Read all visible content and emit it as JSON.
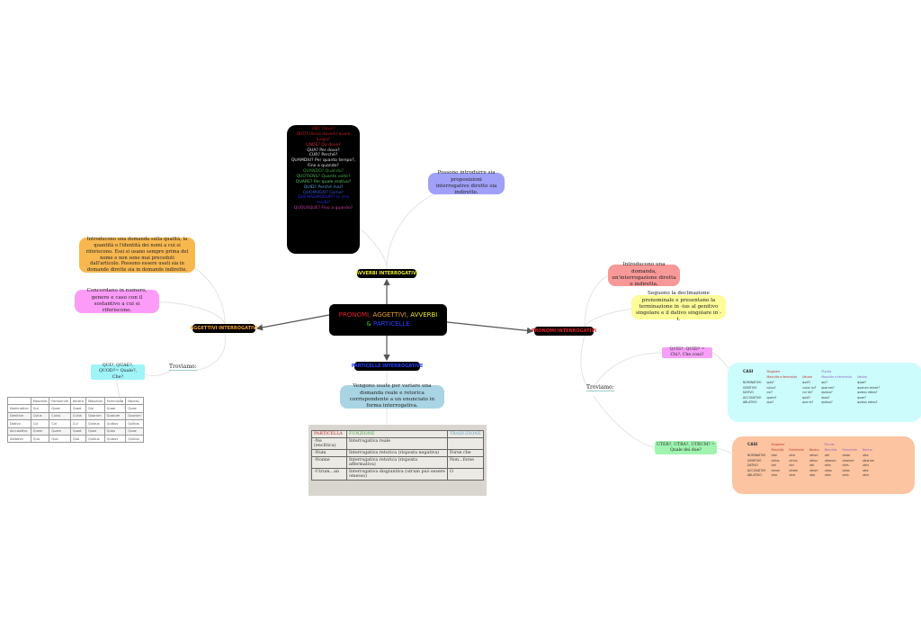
{
  "center": {
    "line1_a": "PRONOMI, ",
    "line1_b": "AGGETTIVI, ",
    "line1_c": "AVVERBI",
    "line2_a": "& ",
    "line2_b": "PARTICELLE"
  },
  "branches": {
    "avverbi": "AVVERBI INTERROGATIVI",
    "particelle": "PARTICELLE INTERROGATIVE",
    "aggettivi": "AGGETTIVI INTERROGATIVI",
    "pronomi": "PRONOMI INTERROGATIVI"
  },
  "avverbi": {
    "note": "Possono introdurre sia proposizioni interrogative dirette sia indirette.",
    "list": [
      {
        "text": "UBI? Dove?",
        "color": "#b01818"
      },
      {
        "text": "QUO? Verso dove/in quale luogo?",
        "color": "#c02020"
      },
      {
        "text": "UNDE? Da dove?",
        "color": "#c83030"
      },
      {
        "text": "QUA? Per dove?",
        "color": "#e0e0e0"
      },
      {
        "text": "CUR? Perché?",
        "color": "#e0e0e0"
      },
      {
        "text": "QUAMDIU? Per quanto tempo?, Fino a quando?",
        "color": "#e0e0e0"
      },
      {
        "text": "QUANDO? Quando?",
        "color": "#3aa03a"
      },
      {
        "text": "QUOTIENS? Quante volte?",
        "color": "#50b050"
      },
      {
        "text": "QUARE? Per quale motivo?",
        "color": "#60c060"
      },
      {
        "text": "QUID? Perché mai?",
        "color": "#5a9fd0"
      },
      {
        "text": "QUOMODO? Come?",
        "color": "#3a5ad0"
      },
      {
        "text": "QUEMADMODUM? In che modo?",
        "color": "#2a2ae0"
      },
      {
        "text": "QUOUSQUE? Fino a quando?",
        "color": "#c040a0"
      }
    ]
  },
  "aggettivi": {
    "note1": "Introducono una domanda sulla qualità, la quantità o l'identità dei nomi a cui si riferiscono. Essi si usano sempre prima del nome e non sono mai preceduti dall'articolo. Possono essere usati sia in domande dirette sia in domande indirette.",
    "note2": "Concordano in numero, genere e caso con il sostantivo a cui si riferiscono.",
    "troviamo": "Troviamo:",
    "qui": "QUI?, QUAE?, QUOD?= Quale?, Che?",
    "table": {
      "header": [
        "",
        "Maschile",
        "Femminile",
        "Neutro",
        "Maschile",
        "Femminile",
        "Neutro"
      ],
      "rows": [
        [
          "Nominativo",
          "Qui",
          "Quae",
          "Quod",
          "Qui",
          "Quae",
          "Quae"
        ],
        [
          "Genitivo",
          "Cuius",
          "Cuius",
          "Cuius",
          "Quorum",
          "Quarum",
          "Quorum"
        ],
        [
          "Dativo",
          "Cui",
          "Cui",
          "Cui",
          "Quibus",
          "Quibus",
          "Quibus"
        ],
        [
          "Accusativo",
          "Quem",
          "Quam",
          "Quod",
          "Quos",
          "Quas",
          "Quae"
        ],
        [
          "Ablativo",
          "Quo",
          "Qua",
          "Quo",
          "Quibus",
          "Quibus",
          "Quibus"
        ]
      ]
    }
  },
  "particelle": {
    "note": "Vengono usate per variare una domanda reale e retorica corrispondente a un enunciato in forma interrogativa.",
    "table": {
      "header": [
        "PARTICELLA",
        "FUNZIONE",
        "TRADUZIONE"
      ],
      "rows": [
        [
          "-Ne (enclitica)",
          "Interrogativa reale",
          ""
        ],
        [
          "-Num",
          "Interrogativa retorica (risposta negativa)",
          "Forse che"
        ],
        [
          "-Nonne",
          "Interrogativa retorica (risposta affermativa)",
          "Non...forse"
        ],
        [
          "-Utrum...an",
          "Interrogativa disgiuntiva (utrum può essere omesso)",
          "O"
        ]
      ]
    }
  },
  "pronomi": {
    "note1": "Introducono una domanda, un'interrogazione diretta o indiretta.",
    "note2": "Seguono la declinazione pronominale e presentano la terminazione in -ius al genitivo singolare e il dativo singolare in -i.",
    "troviamo": "Troviamo:",
    "quis": "QUIS?, QUID? = Chi?, Che cosa?",
    "uter": "UTER?, UTRA?, UTRUM? = Quale dei due?",
    "quis_table": {
      "casi": "CASI",
      "sing": "Singolare",
      "plur": "Plurale",
      "sub": [
        "Maschile e femminile",
        "Neutro",
        "Maschile e femminile",
        "Neutro"
      ],
      "rows": [
        [
          "NOMINATIVO",
          "quis?",
          "quid?",
          "qui?",
          "quae?"
        ],
        [
          "GENITIVO",
          "cuius?",
          "cuius rei?",
          "quorum?",
          "quarum rerum?"
        ],
        [
          "DATIVO",
          "cui?",
          "cui rei?",
          "quibus?",
          "quibus rebus?"
        ],
        [
          "ACCUSATIVO",
          "quem?",
          "quid?",
          "quos?",
          "quae?"
        ],
        [
          "ABLATIVO",
          "quo?",
          "qua re?",
          "quibus?",
          "quibus rebus?"
        ]
      ]
    },
    "uter_table": {
      "casi": "CASI",
      "sing": "Singolare",
      "plur": "Plurale",
      "sub": [
        "Maschile",
        "Femminile",
        "Neutro",
        "Maschile",
        "Femminile",
        "Neutro"
      ],
      "rows": [
        [
          "NOMINATIVO",
          "uter",
          "utra",
          "utrum",
          "utri",
          "utrae",
          "utra"
        ],
        [
          "GENITIVO",
          "utrius",
          "utrius",
          "utrius",
          "utrorum",
          "utrarum",
          "utrorum"
        ],
        [
          "DATIVO",
          "utri",
          "utri",
          "utri",
          "utris",
          "utris",
          "utris"
        ],
        [
          "ACCUSATIVO",
          "utrum",
          "utram",
          "utrum",
          "utros",
          "utras",
          "utra"
        ],
        [
          "ABLATIVO",
          "utro",
          "utra",
          "utro",
          "utris",
          "utris",
          "utris"
        ]
      ]
    }
  },
  "colors": {
    "red": "#e02020",
    "orange": "#f0a030",
    "yellow": "#e8e830",
    "blue": "#2040ff",
    "green": "#40c040"
  }
}
